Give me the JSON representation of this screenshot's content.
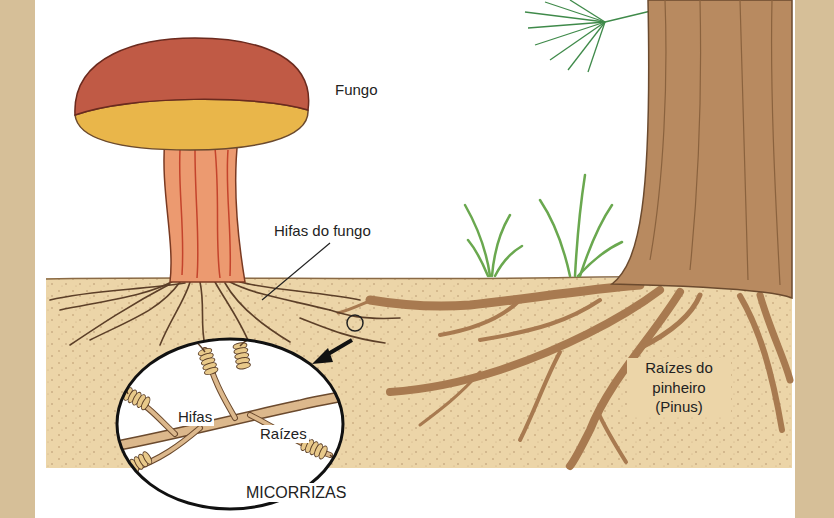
{
  "diagram": {
    "nodes": [
      {
        "text": [
          "Hifas",
          "Raízes",
          "MICORRIZAS"
        ]
      }
    ],
    "labels": [
      "Fungo",
      "Hifas do fungo",
      "Raízes do pinheiro (Pinus)"
    ]
  }
}
